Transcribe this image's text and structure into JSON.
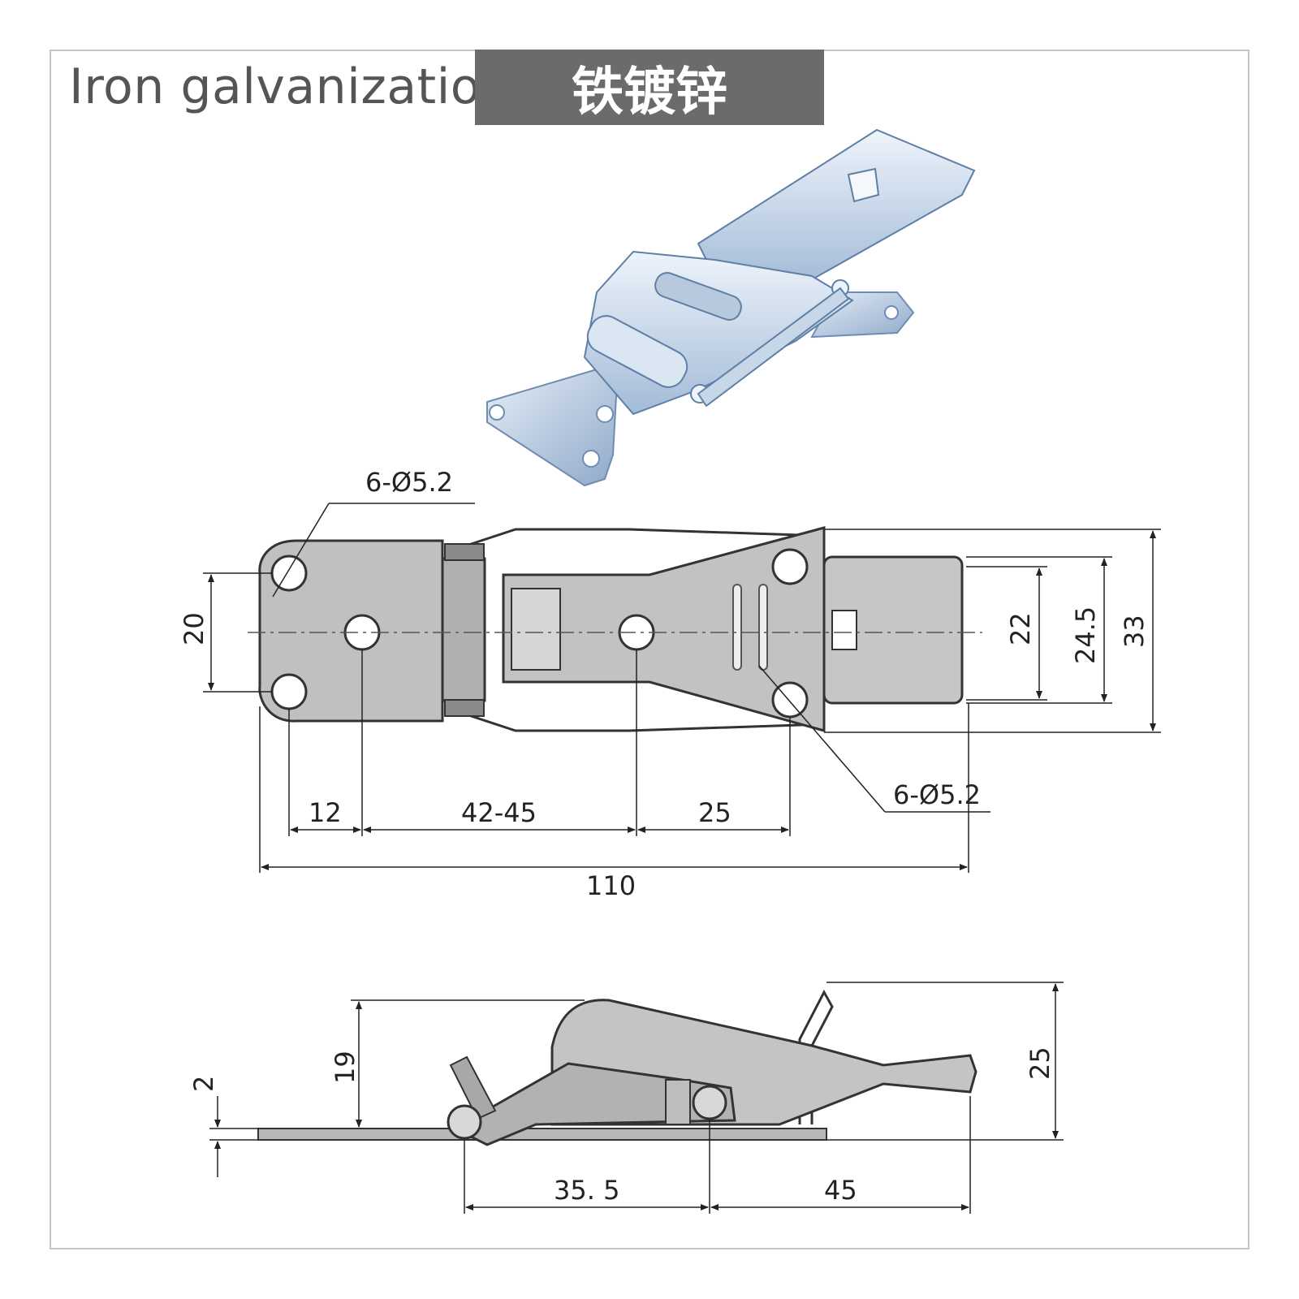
{
  "header": {
    "title_en": "Iron galvanization",
    "title_cn": "铁镀锌"
  },
  "colors": {
    "steel_light": "#d8e4f2",
    "steel_mid": "#9db6d4",
    "steel_dark": "#5e7fa6",
    "drawing_fill": "#c0c0c0",
    "drawing_dark": "#8a8a8a",
    "label_bg": "#6b6b6b"
  },
  "photo": {
    "icon": "toggle-latch-photo"
  },
  "top_view": {
    "hole_callout_top": "6-Ø5.2",
    "hole_callout_bottom": "6-Ø5.2",
    "dim_hole_spacing": "20",
    "dim_12": "12",
    "dim_42_45": "42-45",
    "dim_25": "25",
    "dim_110": "110",
    "dim_22": "22",
    "dim_24_5": "24.5",
    "dim_33": "33"
  },
  "side_view": {
    "dim_2": "2",
    "dim_19": "19",
    "dim_25": "25",
    "dim_35_5": "35. 5",
    "dim_45": "45"
  }
}
